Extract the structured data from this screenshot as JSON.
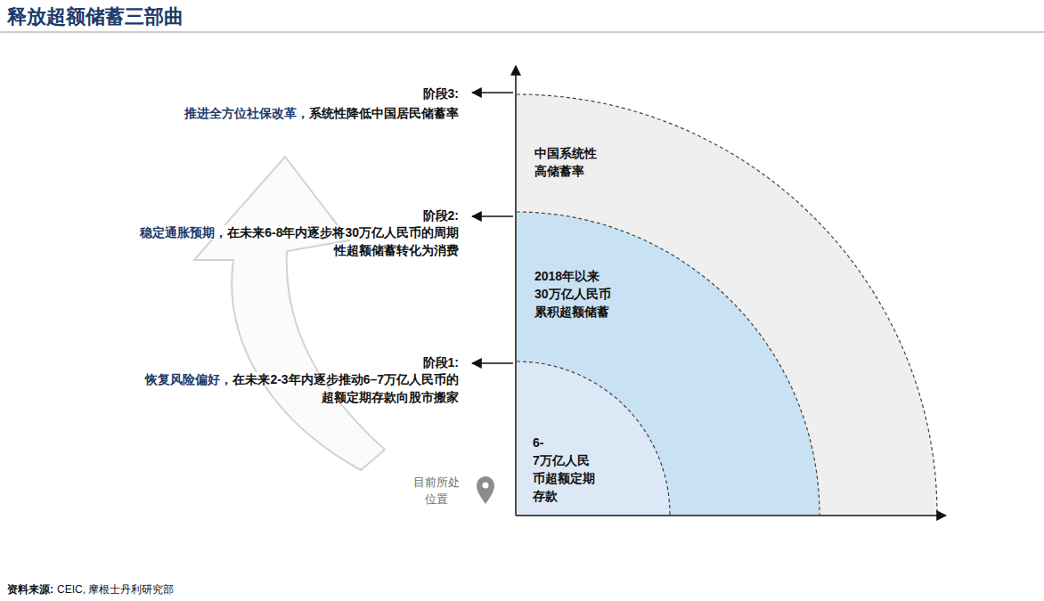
{
  "diagram": {
    "title": "释放超额储蓄三部曲",
    "nodes": [
      {
        "text": [
          "中国系统性 高储蓄率"
        ]
      },
      {
        "text": [
          "2018年以来 30万亿人民币 累积超额储蓄"
        ],
        "in": 0
      },
      {
        "text": [
          "6-7万亿人民 币超额定期 存款"
        ],
        "in": 1
      }
    ],
    "labels": [
      "阶段3:",
      "推进全方位社保改革，",
      "系统性降低中国居民储蓄率",
      "阶段2:",
      "稳定通胀预期，",
      "在未来6-8年内逐步将30万亿人民币的周期性超额储蓄转化为消费",
      "阶段1:",
      "恢复风险偏好，",
      "在未来2-3年内逐步推动6–7万亿人民币的超额定期存款向股市搬家",
      "目前所处 位置",
      "资料来源:",
      "CEIC, 摩根士丹利研究部"
    ]
  }
}
